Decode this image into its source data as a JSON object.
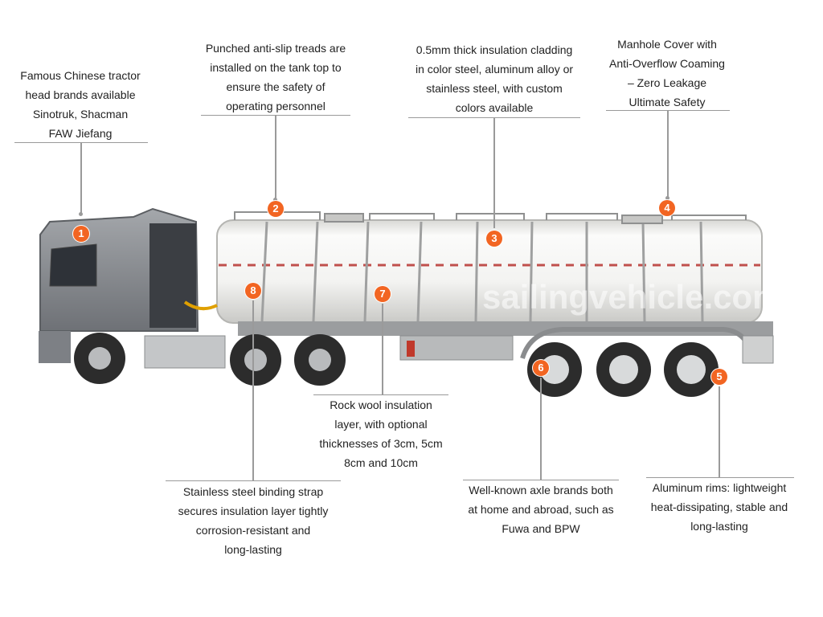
{
  "callouts": [
    {
      "number": "1",
      "lines": [
        "Famous Chinese tractor",
        "head brands available",
        "Sinotruk, Shacman",
        "FAW Jiefang"
      ]
    },
    {
      "number": "2",
      "lines": [
        "Punched anti-slip treads are",
        "installed on the tank top to",
        "ensure the safety of",
        "operating personnel"
      ]
    },
    {
      "number": "3",
      "lines": [
        "0.5mm thick insulation cladding",
        "in color steel, aluminum alloy or",
        "stainless steel, with custom",
        "colors available"
      ]
    },
    {
      "number": "4",
      "lines": [
        "Manhole Cover with",
        "Anti-Overflow Coaming",
        "– Zero Leakage",
        "Ultimate Safety"
      ]
    },
    {
      "number": "5",
      "lines": [
        "Aluminum rims: lightweight",
        "heat-dissipating, stable and",
        "long-lasting"
      ]
    },
    {
      "number": "6",
      "lines": [
        "Well-known axle brands both",
        "at home and abroad, such as",
        "Fuwa and BPW"
      ]
    },
    {
      "number": "7",
      "lines": [
        "Rock wool insulation",
        "layer, with optional",
        "thicknesses of 3cm, 5cm",
        "8cm and 10cm"
      ]
    },
    {
      "number": "8",
      "lines": [
        "Stainless steel binding strap",
        "secures insulation layer tightly",
        "corrosion-resistant and",
        "long-lasting"
      ]
    }
  ],
  "watermark": "sailingvehicle.com",
  "colors": {
    "badge": "#f26522",
    "leader": "#9a9a9a",
    "tank": "#f2f2f0",
    "cab": "#8b8e93"
  }
}
